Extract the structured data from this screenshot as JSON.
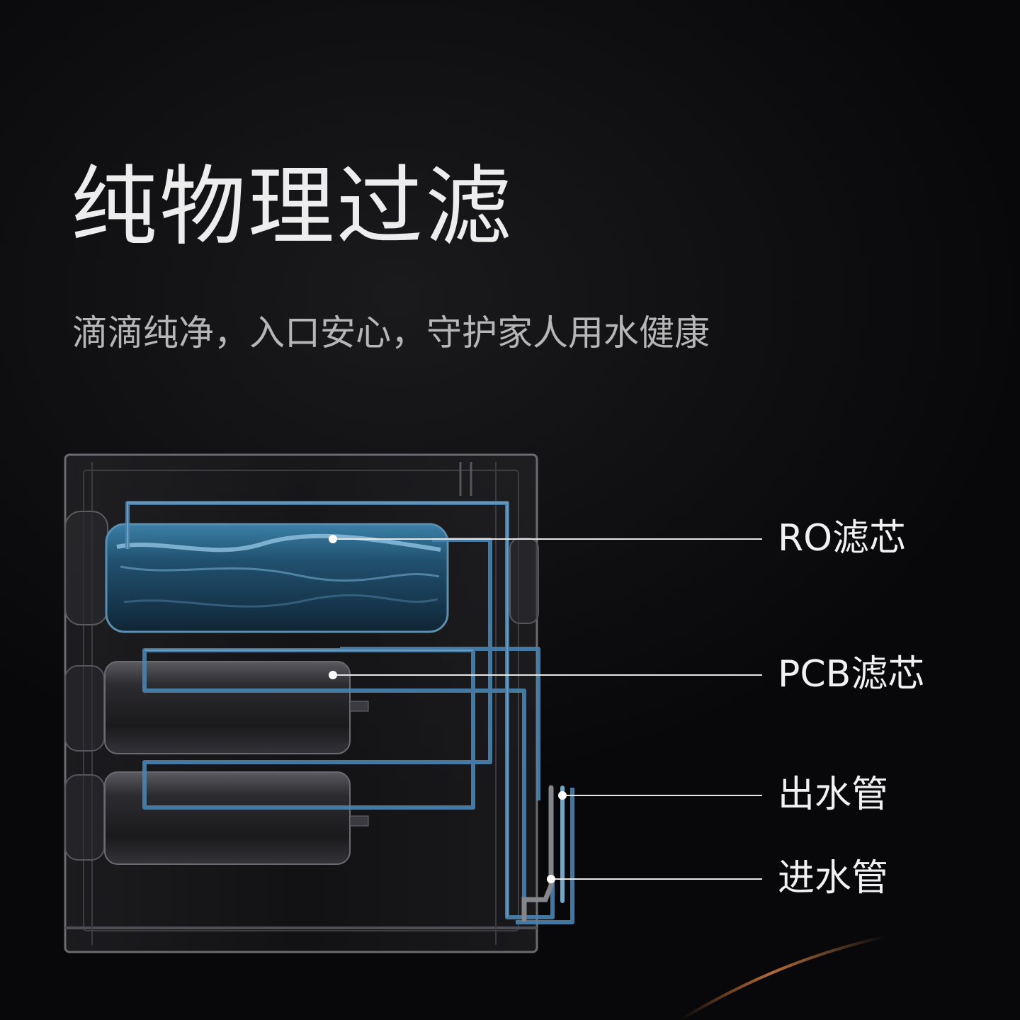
{
  "headline": {
    "title": "纯物理过滤",
    "subtitle": "滴滴纯净，入口安心，守护家人用水健康"
  },
  "callouts": [
    {
      "label": "RO滤芯"
    },
    {
      "label": "PCB滤芯"
    },
    {
      "label": "出水管"
    },
    {
      "label": "进水管"
    }
  ],
  "colors": {
    "background": "#0c0c0e",
    "title": "#ededed",
    "subtitle": "#b6b6b6",
    "water_pipe": "#4a84b0",
    "accent_streak": "#c8763a"
  }
}
